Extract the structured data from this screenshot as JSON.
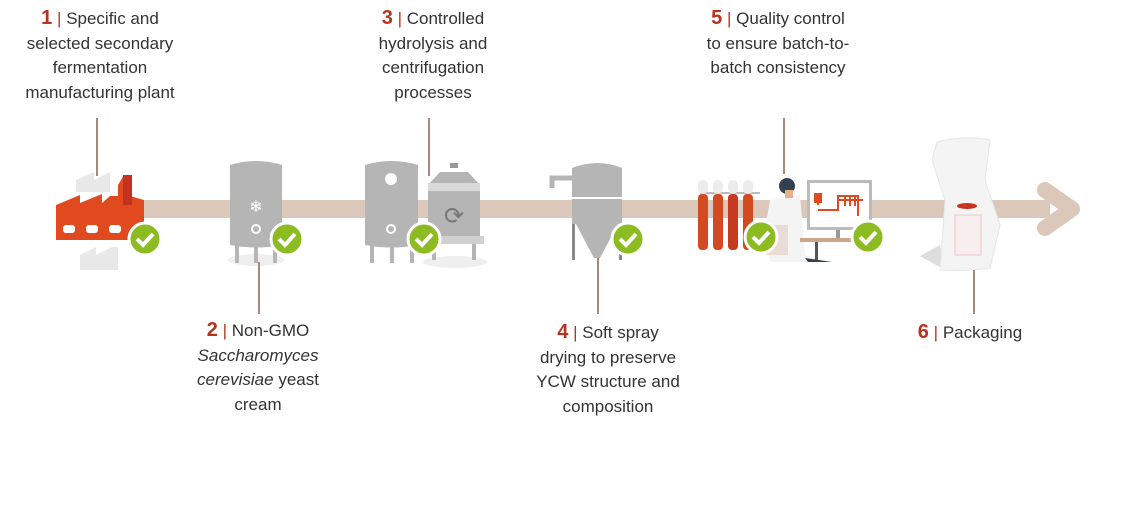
{
  "steps": [
    {
      "number": "1",
      "separator": "|",
      "lines": [
        "Specific and",
        "selected secondary",
        "fermentation",
        "manufacturing plant"
      ]
    },
    {
      "number": "2",
      "separator": "|",
      "lines": [
        "Non-GMO",
        "Saccharomyces",
        "cerevisiae",
        "yeast",
        "cream"
      ]
    },
    {
      "number": "3",
      "separator": "|",
      "lines": [
        "Controlled",
        "hydrolysis and",
        "centrifugation",
        "processes"
      ]
    },
    {
      "number": "4",
      "separator": "|",
      "lines": [
        "Soft spray",
        "drying to preserve",
        "YCW structure and",
        "composition"
      ]
    },
    {
      "number": "5",
      "separator": "|",
      "lines": [
        "Quality control",
        "to ensure batch-to-",
        "batch consistency"
      ]
    },
    {
      "number": "6",
      "separator": "|",
      "lines": [
        "Packaging"
      ]
    }
  ],
  "colors": {
    "accent": "#b83220",
    "factory": "#e04a1e",
    "bar": "#dcc8bb",
    "check": "#8cbc22",
    "equipment": "#b5b5b5"
  },
  "icons": [
    "factory-icon",
    "tank-icon",
    "hydrolysis-tank-icon",
    "centrifuge-icon",
    "spray-dryer-icon",
    "test-tubes-icon",
    "scientist-icon",
    "monitor-icon",
    "bag-icon",
    "check-icon",
    "arrow-icon"
  ]
}
